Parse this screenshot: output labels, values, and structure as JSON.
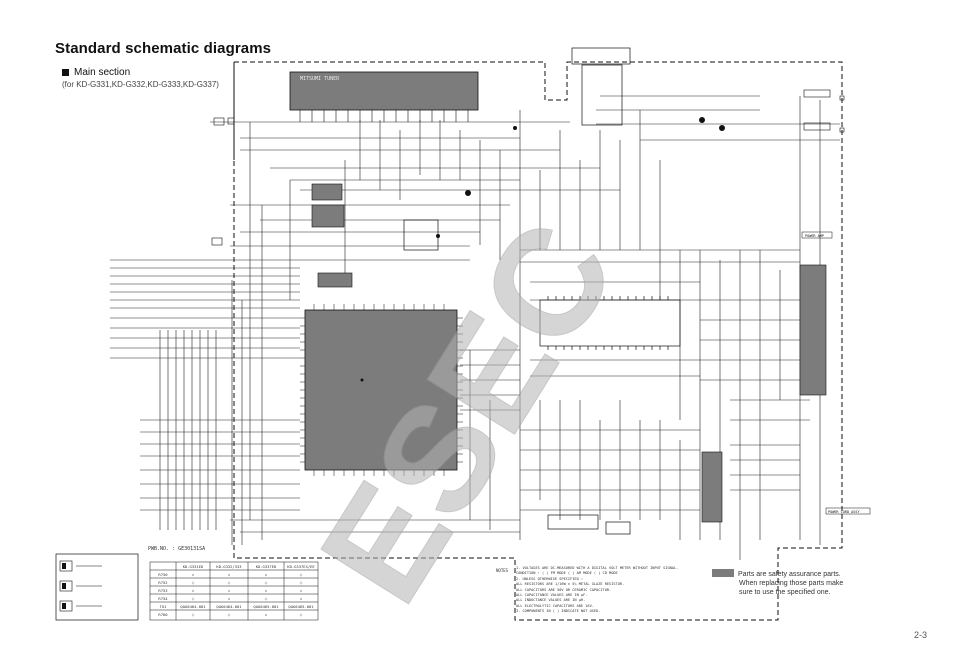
{
  "header": {
    "title": "Standard schematic diagrams",
    "section": "Main section",
    "models": "(for KD-G331,KD-G332,KD-G333,KD-G337)"
  },
  "blocks": {
    "tuner": "MITSUMI TUNER",
    "power_amp": "POWER AMP",
    "power_cord": "POWER CORD ASSY"
  },
  "variants_table": {
    "pwb_no": "PWB.NO. : GE30131SA",
    "columns": [
      "KD-G331ED",
      "KD-G332/333",
      "KD-G337ED",
      "KD-G337EX/EE"
    ],
    "rows": [
      {
        "ref": "R750",
        "cells": [
          "×",
          "×",
          "×",
          "○"
        ]
      },
      {
        "ref": "R752",
        "cells": [
          "○",
          "○",
          "○",
          "○"
        ]
      },
      {
        "ref": "R753",
        "cells": [
          "×",
          "×",
          "×",
          "×"
        ]
      },
      {
        "ref": "R754",
        "cells": [
          "○",
          "×",
          "○",
          "×"
        ]
      },
      {
        "ref": "TU1",
        "cells": [
          "QAU0464-001",
          "QAU0464-001",
          "QAU0465-001",
          "QAU0465-001"
        ]
      },
      {
        "ref": "R760",
        "cells": [
          "○",
          "○",
          "×",
          "○"
        ]
      }
    ]
  },
  "notes": {
    "label": "NOTES",
    "lines": [
      "1. VOLTAGES ARE DC-MEASURED WITH A DIGITAL VOLT METER WITHOUT INPUT SIGNAL.",
      "   CONDITION : ( ) FM MODE  ( ) AM MODE  ( ) CD MODE",
      "2. UNLESS OTHERWISE SPECIFIED :",
      "   ALL RESISTORS ARE 1/16W ± 5% METAL GLAZE RESISTOR.",
      "   ALL CAPACITORS ARE 50V OR CERAMIC CAPACITOR.",
      "   ALL CAPACITANCE VALUES ARE IN µF.",
      "   ALL INDUCTANCE VALUES ARE IN µH.",
      "   ALL ELECTROLYTIC CAPACITORS ARE 16V.",
      "3. COMPONENTS IN ( ) INDICATE NOT USED."
    ]
  },
  "safety_note": {
    "line1": "Parts are safety assurance parts.",
    "line2": "When replacing those parts make",
    "line3": "sure to use the specified one."
  },
  "page_number": "2-3",
  "colors": {
    "ink": "#111111",
    "ic_fill": "#7c7c7c",
    "watermark": "#b4b4b4"
  }
}
